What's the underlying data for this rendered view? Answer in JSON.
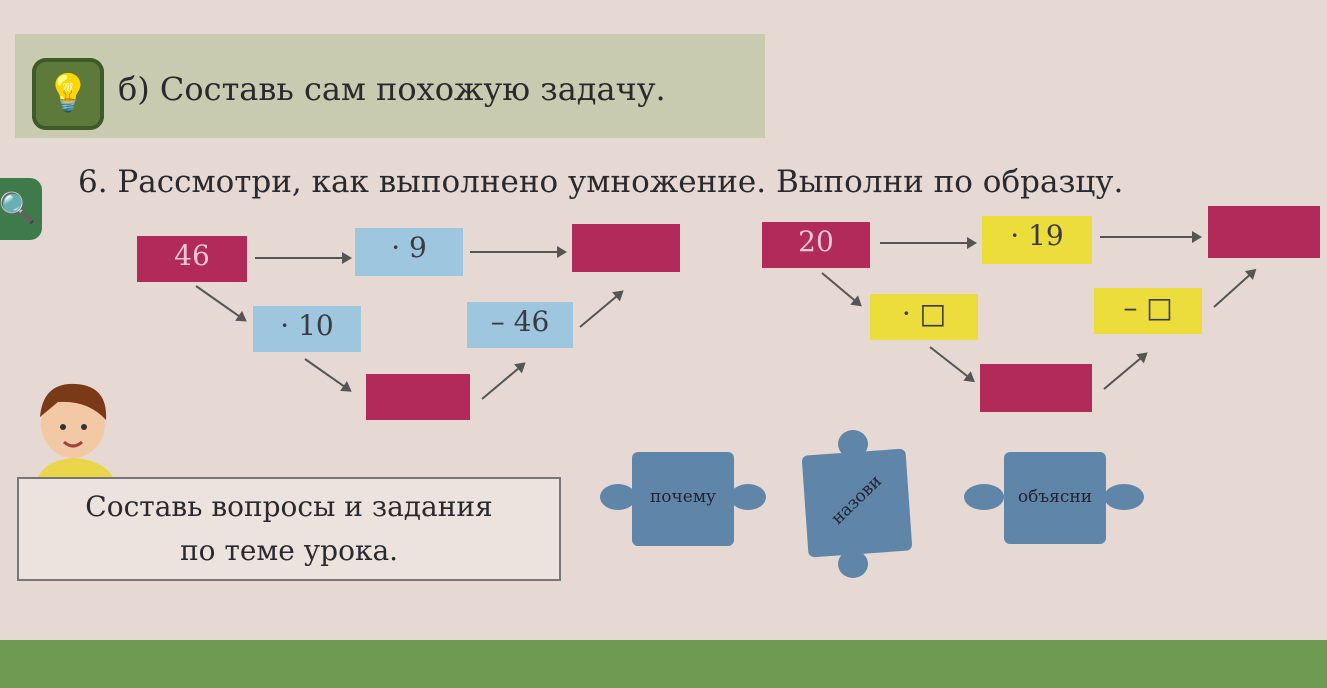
{
  "task_b": {
    "text": "б) Составь сам похожую задачу."
  },
  "task6": {
    "text": "6. Рассмотри, как выполнено умножение. Выполни по образцу."
  },
  "example": {
    "start": "46",
    "op1": "· 9",
    "step_a": "· 10",
    "step_b": "– 46"
  },
  "exercise": {
    "start": "20",
    "op1": "· 19",
    "step_a": "· □",
    "step_b": "– □"
  },
  "note": {
    "line1": "Составь вопросы и задания",
    "line2": "по теме урока."
  },
  "puzzles": [
    "почему",
    "назови",
    "объясни"
  ],
  "colors": {
    "red": "#b22a5a",
    "blue": "#9ec6de",
    "yellow": "#ecdc3c",
    "puzzle": "#5f86a8"
  }
}
